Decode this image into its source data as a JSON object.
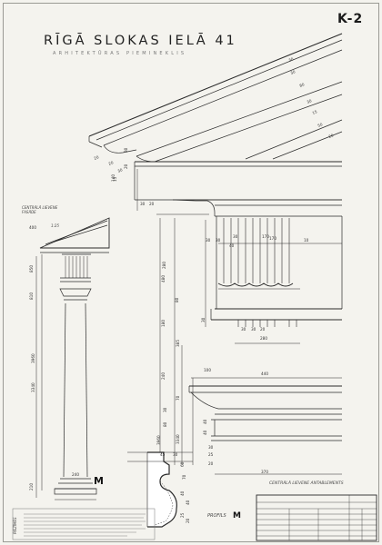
{
  "sheet": {
    "title": "RĪGĀ SLOKAS IELĀ 41",
    "subtitle": "ARHITEKTŪRAS PIEMINEKLIS",
    "code": "K-2"
  },
  "labels": {
    "facade_caption": "CENTRĀLĀ LIEVENE\nFASĀDE",
    "facade_scale": "1:25",
    "entablature_caption": "CENTRĀLĀ LIEVENE ANTABLEMENTS",
    "profile_caption": "PROFILS",
    "profile_letter": "M",
    "column_letter": "M",
    "notes_caption": "PIEZĪMES"
  },
  "dimensions": {
    "roof_slope": [
      "30",
      "30",
      "80",
      "30",
      "15",
      "50",
      "20",
      "20",
      "20",
      "30"
    ],
    "cornice_left": [
      "30",
      "20",
      "30",
      "20",
      "15",
      "140"
    ],
    "frieze": [
      "30",
      "30",
      "30",
      "40",
      "170",
      "10",
      "280",
      "170"
    ],
    "architrave": [
      "30",
      "30",
      "30",
      "20",
      "280"
    ],
    "capital": [
      "100",
      "440",
      "30",
      "80"
    ],
    "base": [
      "30",
      "25",
      "40",
      "40",
      "20",
      "370"
    ],
    "height_chain": [
      "480",
      "70",
      "80",
      "385",
      "180",
      "240",
      "3340",
      "3960"
    ],
    "left_facade": [
      "400",
      "850",
      "810",
      "3960",
      "3340",
      "210",
      "240"
    ],
    "profile": [
      "45",
      "30",
      "60",
      "70",
      "40",
      "40",
      "25",
      "20"
    ]
  }
}
